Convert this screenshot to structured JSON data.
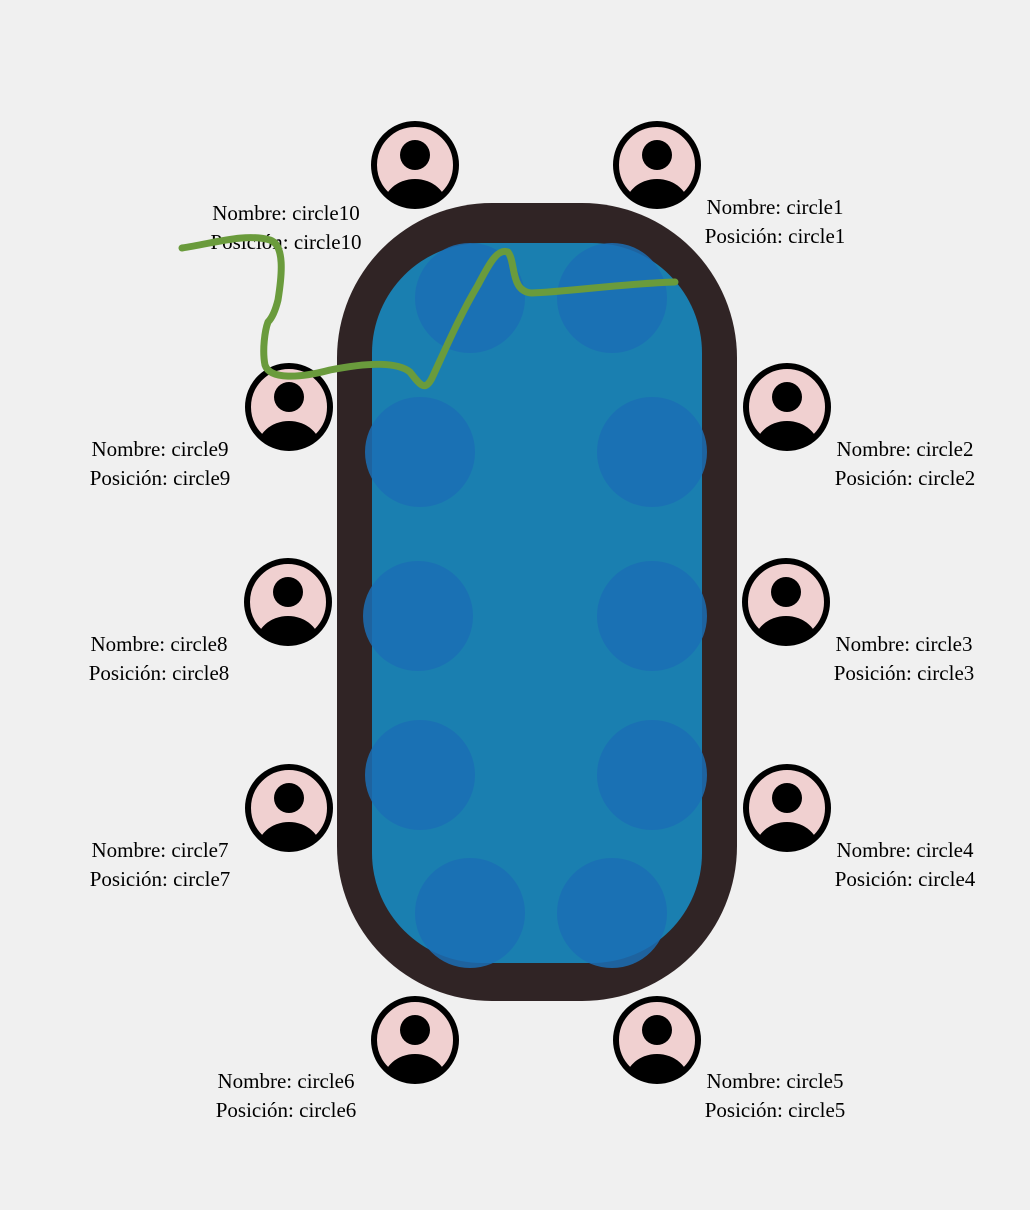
{
  "colors": {
    "background": "#f0f0f0",
    "table_border": "#302425",
    "table_surface": "#1a7fb0",
    "table_spot": "#1b6fb5",
    "avatar_fill": "#f0d0d0",
    "avatar_ring": "#000000",
    "avatar_figure": "#000000",
    "ink_stroke": "#6a9b3c"
  },
  "icons": {
    "avatar": "user-avatar-icon"
  },
  "seats": [
    {
      "id": "circle1",
      "name_line": "Nombre: circle1",
      "position_line": "Posición: circle1"
    },
    {
      "id": "circle2",
      "name_line": "Nombre: circle2",
      "position_line": "Posición: circle2"
    },
    {
      "id": "circle3",
      "name_line": "Nombre: circle3",
      "position_line": "Posición: circle3"
    },
    {
      "id": "circle4",
      "name_line": "Nombre: circle4",
      "position_line": "Posición: circle4"
    },
    {
      "id": "circle5",
      "name_line": "Nombre: circle5",
      "position_line": "Posición: circle5"
    },
    {
      "id": "circle6",
      "name_line": "Nombre: circle6",
      "position_line": "Posición: circle6"
    },
    {
      "id": "circle7",
      "name_line": "Nombre: circle7",
      "position_line": "Posición: circle7"
    },
    {
      "id": "circle8",
      "name_line": "Nombre: circle8",
      "position_line": "Posición: circle8"
    },
    {
      "id": "circle9",
      "name_line": "Nombre: circle9",
      "position_line": "Posición: circle9"
    },
    {
      "id": "circle10",
      "name_line": "Nombre: circle10",
      "position_line": "Posición: circle10"
    }
  ]
}
